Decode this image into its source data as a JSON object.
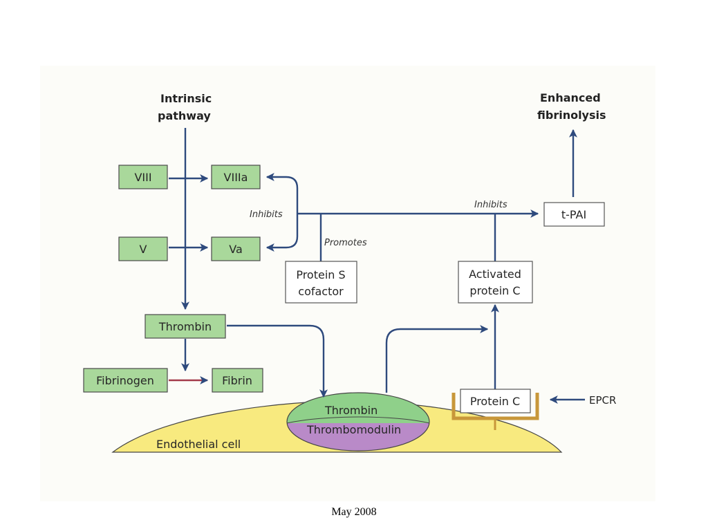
{
  "headers": {
    "intrinsic_line1": "Intrinsic",
    "intrinsic_line2": "pathway",
    "fibrinolysis_line1": "Enhanced",
    "fibrinolysis_line2": "fibrinolysis"
  },
  "boxes": {
    "viii": "VIII",
    "viiia": "VIIIa",
    "v": "V",
    "va": "Va",
    "thrombin": "Thrombin",
    "fibrinogen": "Fibrinogen",
    "fibrin": "Fibrin",
    "protein_s_line1": "Protein S",
    "protein_s_line2": "cofactor",
    "tpai": "t-PAI",
    "apc_line1": "Activated",
    "apc_line2": "protein C",
    "protein_c": "Protein C"
  },
  "edge_labels": {
    "inhibits_left": "Inhibits",
    "inhibits_right": "Inhibits",
    "promotes": "Promotes",
    "epcr": "EPCR"
  },
  "membrane": {
    "thrombin": "Thrombin",
    "thrombomodulin": "Thrombomodulin",
    "cell": "Endothelial cell"
  },
  "colors": {
    "factor_box": "#a9d89b",
    "thrombin_complex": "#8fd08a",
    "thrombomodulin": "#b98ac8",
    "endothelial_cell": "#f8ea7f",
    "arrows": "#2e4a7d",
    "epcr_holder": "#c8973a"
  },
  "footer": "May 2008"
}
